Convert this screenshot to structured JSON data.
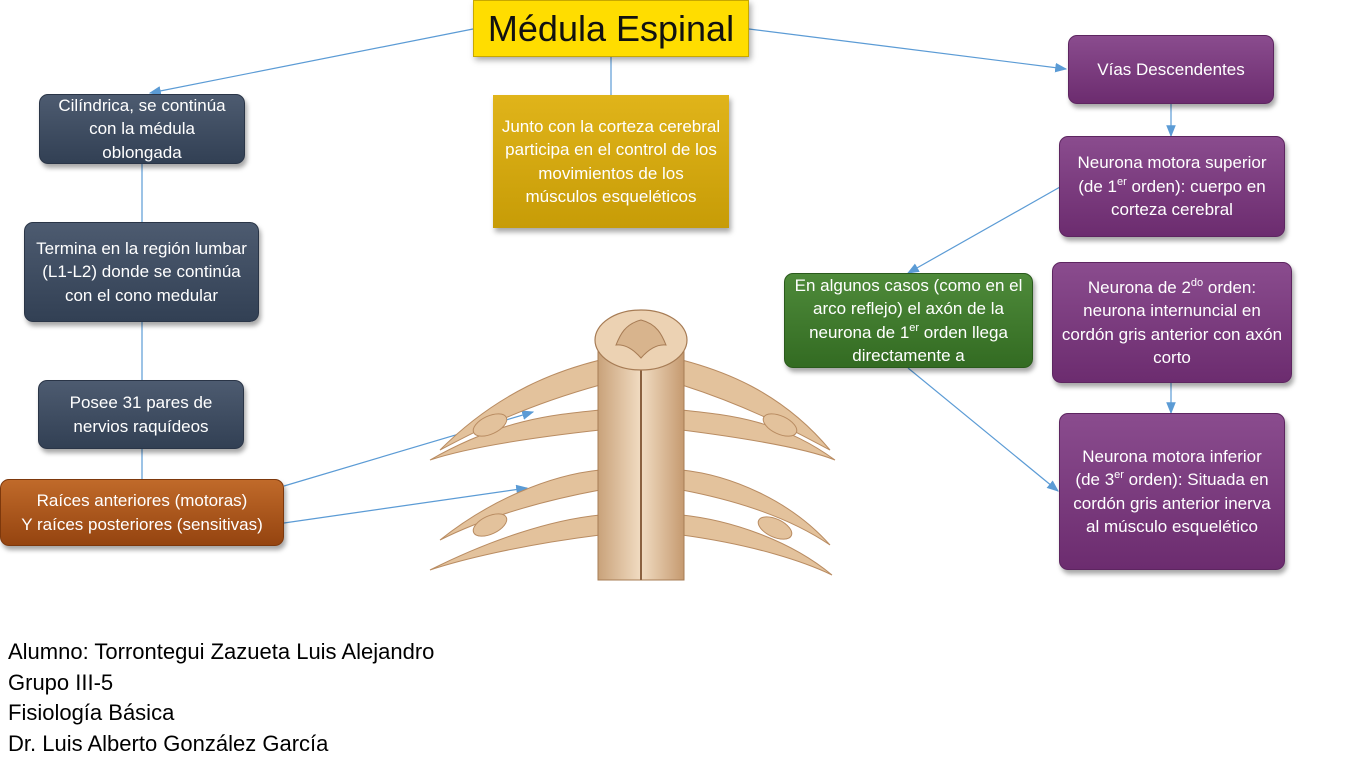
{
  "title": "Médula Espinal",
  "left_column": {
    "box1": "Cilíndrica, se continúa con la médula oblongada",
    "box2": "Termina en la región lumbar (L1-L2) donde se continúa con el cono medular",
    "box3": "Posee 31 pares de nervios raquídeos",
    "box4_line1": "Raíces anteriores (motoras)",
    "box4_line2": "Y raíces posteriores (sensitivas)"
  },
  "center_box": "Junto con la corteza cerebral participa en el control de los movimientos de los músculos esqueléticos",
  "right_column": {
    "vias": "Vías Descendentes",
    "neurona1": {
      "pre": "Neurona motora superior (de 1",
      "sup": "er",
      "post": " orden): cuerpo en corteza cerebral"
    },
    "neurona2": {
      "pre": "Neurona de 2",
      "sup": "do",
      "post": " orden: neurona internuncial en cordón gris anterior con axón corto"
    },
    "neurona3": {
      "pre": "Neurona motora inferior (de 3",
      "sup": "er",
      "post": " orden): Situada en cordón gris anterior inerva al músculo esquelético"
    }
  },
  "green_box": {
    "pre": "En algunos casos (como en el arco reflejo) el axón de la neurona de 1",
    "sup": "er",
    "post": " orden llega directamente a"
  },
  "footer": [
    "Alumno: Torrontegui Zazueta Luis Alejandro",
    "Grupo III-5",
    "Fisiología Básica",
    "Dr. Luis Alberto González García"
  ],
  "colors": {
    "title_bg": "#ffdd00",
    "slate": "#3e4a5e",
    "purple": "#7a3c7e",
    "green": "#3d7a2c",
    "orange": "#a8521a",
    "gold": "#d4a90f",
    "connector": "#5b9bd5"
  },
  "illustration": "spinal-cord-cross-section-image"
}
